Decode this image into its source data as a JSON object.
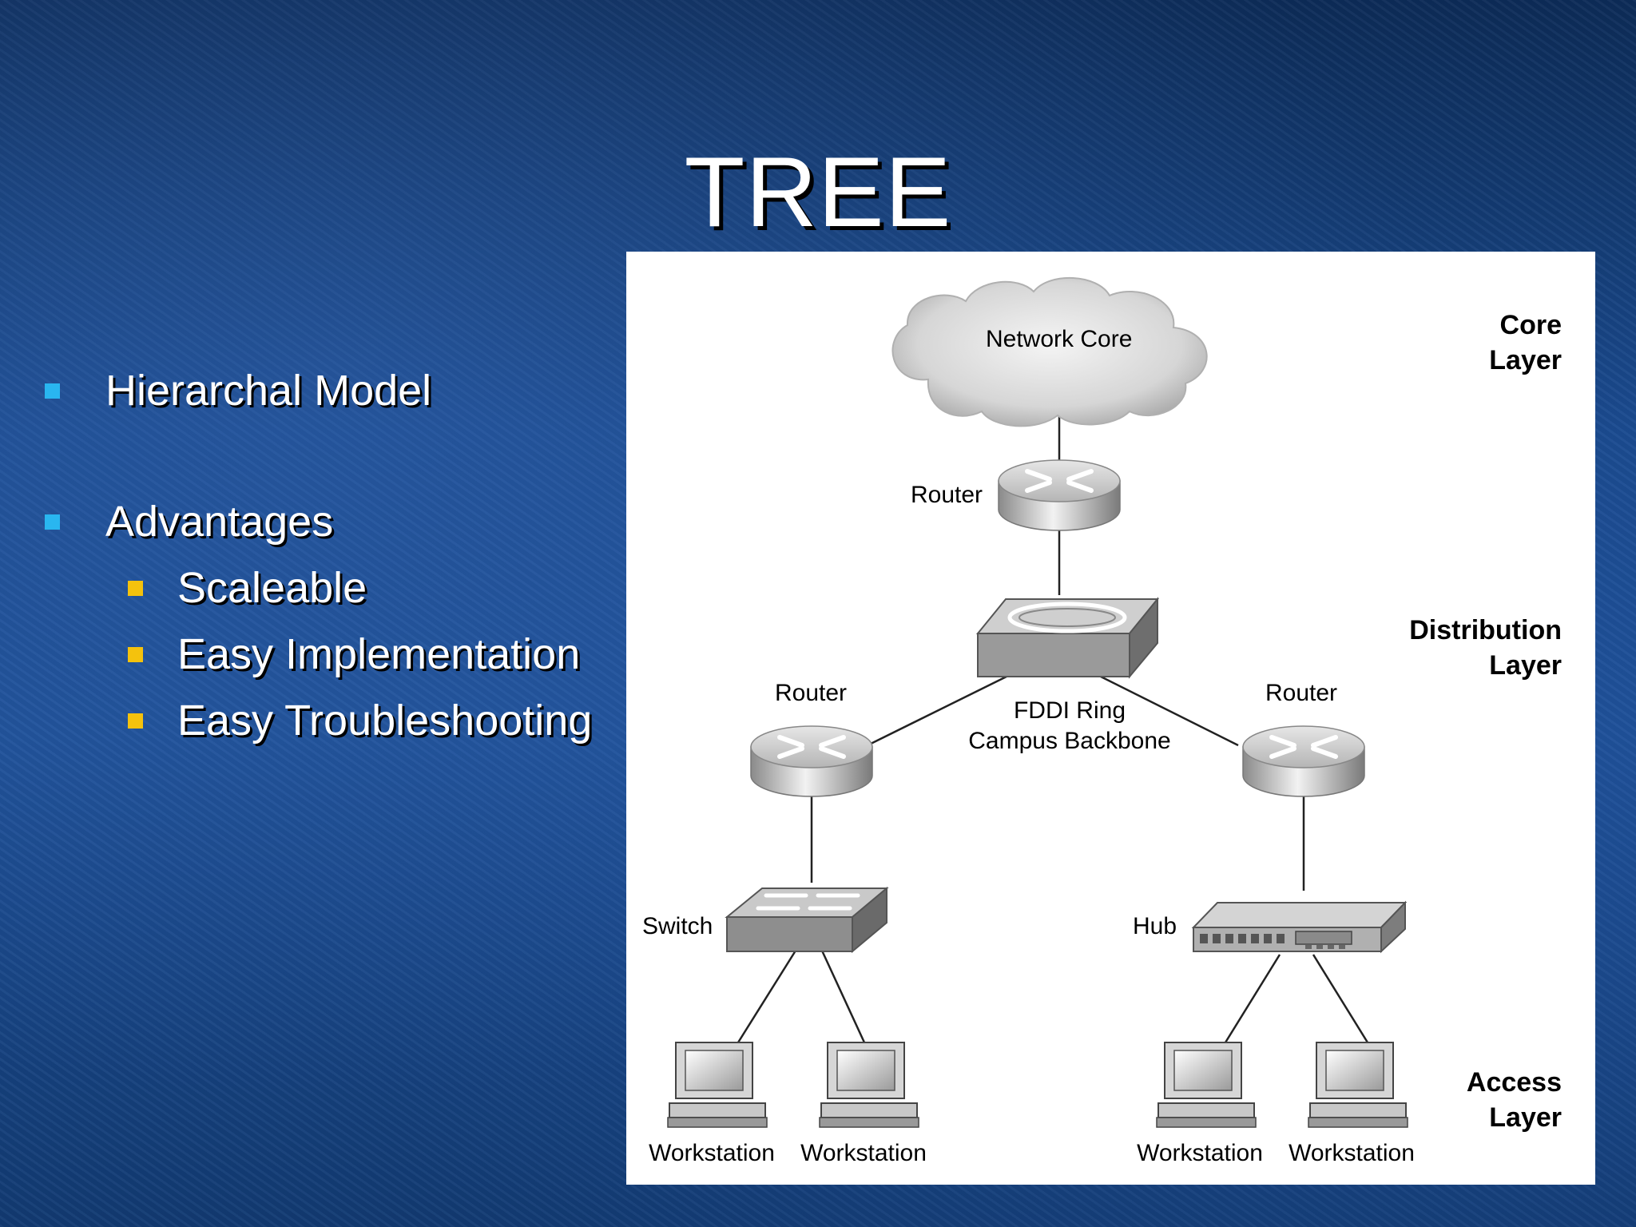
{
  "slide": {
    "title": "TREE",
    "bullets": [
      {
        "text": "Hierarchal Model"
      },
      {
        "text": "Advantages",
        "sub": [
          "Scaleable",
          "Easy Implementation",
          "Easy Troubleshooting"
        ]
      }
    ],
    "colors": {
      "bullet_level1": "#29b6f0",
      "bullet_level2": "#f4c20d",
      "background": "#1d4f96"
    }
  },
  "diagram": {
    "core_layer": [
      "Core",
      "Layer"
    ],
    "distribution_layer": [
      "Distribution",
      "Layer"
    ],
    "access_layer": [
      "Access",
      "Layer"
    ],
    "network_core": "Network Core",
    "router_top": "Router",
    "router_left": "Router",
    "router_right": "Router",
    "fddi": [
      "FDDI Ring",
      "Campus Backbone"
    ],
    "switch": "Switch",
    "hub": "Hub",
    "workstations": [
      "Workstation",
      "Workstation",
      "Workstation",
      "Workstation"
    ]
  }
}
